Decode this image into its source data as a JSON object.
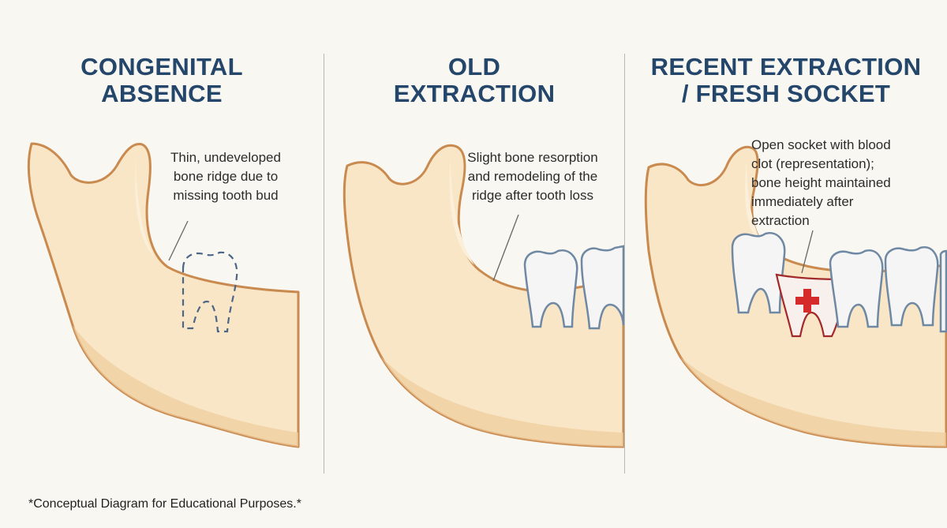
{
  "panels": [
    {
      "title": "CONGENITAL\nABSENCE",
      "caption": "Thin, undeveloped\nbone ridge due to\nmissing tooth bud"
    },
    {
      "title": "OLD\nEXTRACTION",
      "caption": "Slight bone resorption\nand remodeling of the\nridge after tooth loss"
    },
    {
      "title": "RECENT EXTRACTION\n/ FRESH SOCKET",
      "caption": "Open socket with blood\nclot (representation);\nbone height maintained\nimmediately after\nextraction"
    }
  ],
  "footnote": "*Conceptual Diagram for Educational Purposes.*",
  "colors": {
    "title": "#24466b",
    "bone_fill": "#f9e6c6",
    "bone_outline": "#c98a4f",
    "tooth_fill": "#f4f5f4",
    "tooth_outline": "#6f88a3",
    "socket_outline": "#a32a2a",
    "cross": "#d62b2b"
  }
}
